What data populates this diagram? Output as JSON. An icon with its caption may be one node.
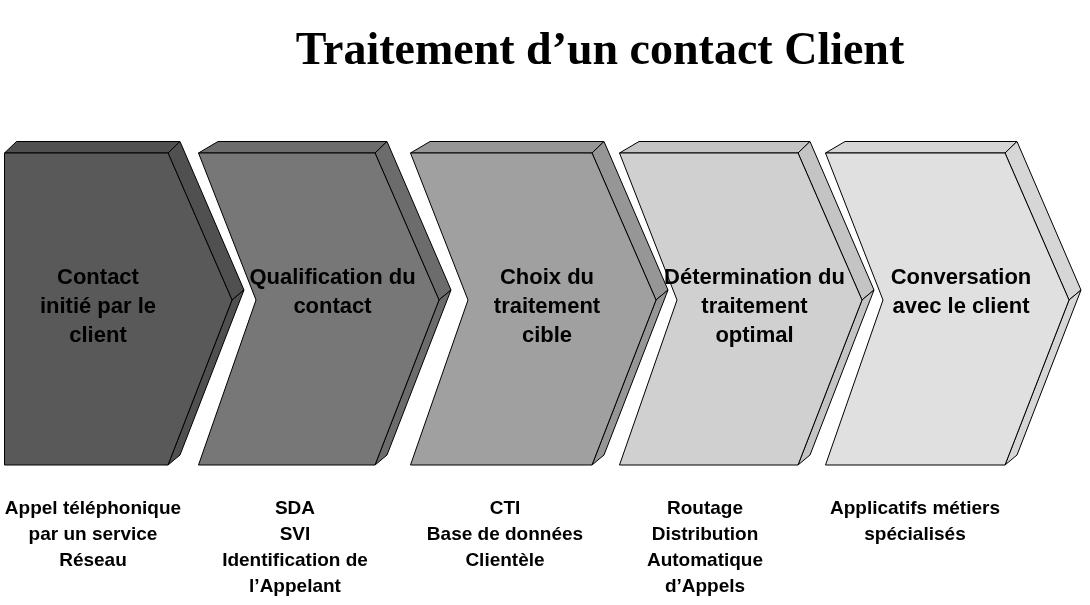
{
  "diagram": {
    "title": "Traitement d’un contact Client",
    "nodes": [
      {
        "text": [
          "Contact initié par le client"
        ],
        "beside": [
          "Appel téléphonique par un service Réseau"
        ]
      },
      {
        "text": [
          "Qualification du contact"
        ],
        "beside": [
          "SDA",
          "SVI",
          "Identification de l’Appelant"
        ]
      },
      {
        "text": [
          "Choix du traitement cible"
        ],
        "beside": [
          "CTI",
          "Base de données Clientèle"
        ]
      },
      {
        "text": [
          "Détermination du traitement optimal"
        ],
        "beside": [
          "Routage",
          "Distribution Automatique d’Appels"
        ]
      },
      {
        "text": [
          "Conversation avec le client"
        ],
        "beside": [
          "Applicatifs métiers spécialisés"
        ]
      }
    ]
  }
}
